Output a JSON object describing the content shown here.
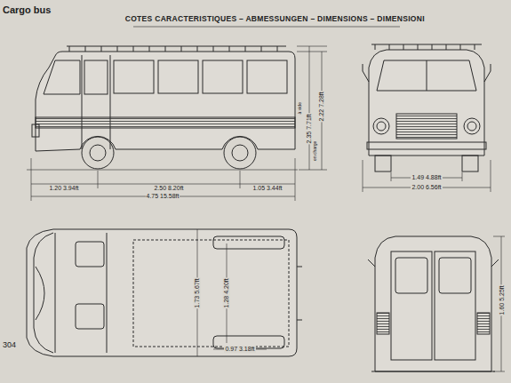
{
  "diagram": {
    "title": "COTES CARACTERISTIQUES – ABMESSUNGEN – DIMENSIONS – DIMENSIONI",
    "labels": [
      "Cargo bus",
      "1.20 3.94ft",
      "2.50 8.20ft",
      "1.05 3.44ft",
      "4.75 15.58ft",
      "2.35 7.71ft",
      "2.22 7.28ft",
      "à vide",
      "en charge",
      "1.49 4.88ft",
      "2.00 6.56ft",
      "1.73 5.67ft",
      "1.28 4.20ft",
      "0.97 3.18ft",
      "1.60 5.25ft",
      "304"
    ]
  }
}
